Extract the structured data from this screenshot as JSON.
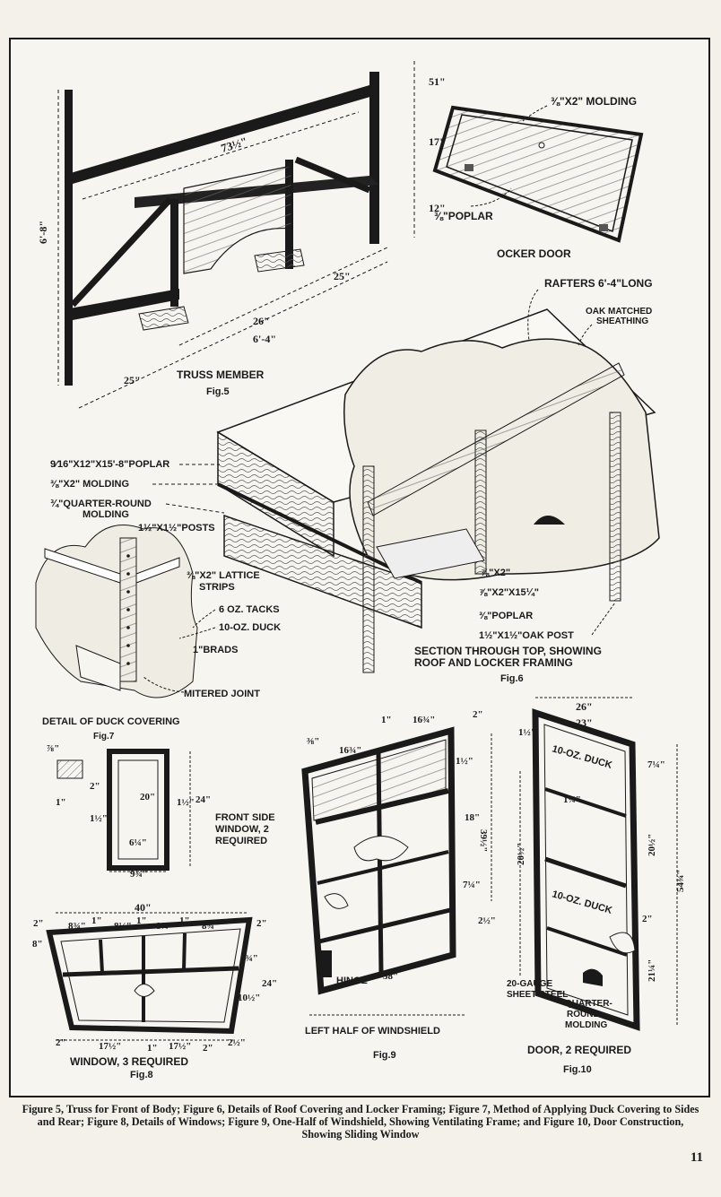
{
  "fig5": {
    "title": "TRUSS MEMBER",
    "fig": "Fig.5",
    "dims": {
      "width": "73½\"",
      "height": "6'-8\"",
      "top": "51\"",
      "mid": "17\"",
      "low": "12\"",
      "b25a": "25\"",
      "b26": "26\"",
      "b64": "6'-4\"",
      "b25b": "25\""
    }
  },
  "locker": {
    "molding": "⅜\"X2\" MOLDING",
    "poplar": "⅜\"POPLAR",
    "title": "OCKER DOOR"
  },
  "fig6": {
    "rafters": "RAFTERS 6'-4\"LONG",
    "oak1": "OAK MATCHED",
    "oak2": "SHEATHING",
    "l1": "9⁄16\"X12\"X15'-8\"POPLAR",
    "l2": "⅜\"X2\" MOLDING",
    "l3a": "¾\"QUARTER-ROUND",
    "l3b": "MOLDING",
    "r1": "⅞\"X2\"",
    "r2": "⅞\"X2\"X15¼\"",
    "r3": "⅜\"POPLAR",
    "r4": "1½\"X1½\"OAK POST",
    "t1": "SECTION THROUGH TOP, SHOWING",
    "t2": "ROOF AND LOCKER FRAMING",
    "fig": "Fig.6"
  },
  "fig7": {
    "posts": "1½\"X1½\"POSTS",
    "lattice1": "⅜\"X2\" LATTICE",
    "lattice2": "STRIPS",
    "tacks": "6 OZ. TACKS",
    "duck": "10-OZ. DUCK",
    "brads": "1\"BRADS",
    "mitered": "MITERED JOINT",
    "title": "DETAIL OF DUCK COVERING",
    "fig": "Fig.7"
  },
  "fig8": {
    "side1": "FRONT SIDE",
    "side2": "WINDOW, 2",
    "side3": "REQUIRED",
    "title": "WINDOW, 3 REQUIRED",
    "fig": "Fig.8",
    "dims": {
      "d78": "⅞\"",
      "d1": "1\"",
      "d2": "2\"",
      "d20": "20\"",
      "d24": "24\"",
      "d112a": "1½\"",
      "d112b": "1½\"",
      "d614": "6¼\"",
      "d934": "9¾\"",
      "w40": "40\"",
      "w2a": "2\"",
      "w834a": "8¾\"",
      "w1a": "1\"",
      "w814b": "8¼\"",
      "w1b": "1\"",
      "w814c": "8¼\"",
      "w1c": "1\"",
      "w834d": "8¾\"",
      "w2b": "2\"",
      "h8": "8\"",
      "h834": "8¾\"",
      "h1012": "10½\"",
      "h24": "24\"",
      "b2": "2\"",
      "b1712a": "17½\"",
      "b1": "1\"",
      "b1712b": "17½\"",
      "b2b": "2\"",
      "b212": "2½\""
    }
  },
  "fig9": {
    "hinge": "HINGE",
    "h38": "38\"",
    "title": "LEFT HALF OF WINDSHIELD",
    "fig": "Fig.9",
    "dims": {
      "d38": "⅜\"",
      "d1634a": "16¾\"",
      "d1": "1\"",
      "d1634b": "16¾\"",
      "d2": "2\"",
      "d112": "1½\"",
      "d18": "18\"",
      "d3912": "39½\"",
      "d714": "7¼\"",
      "d212": "2½\""
    }
  },
  "fig10": {
    "duck1": "10-OZ. DUCK",
    "duck2": "10-OZ. DUCK",
    "gauge1": "20-GAUGE",
    "gauge2": "SHEET STEEL",
    "qr1": "QUARTER-",
    "qr2": "ROUND",
    "qr3": "MOLDING",
    "title": "DOOR, 2 REQUIRED",
    "fig": "Fig.10",
    "dims": {
      "d26": "26\"",
      "d23": "23\"",
      "d112": "1½\"",
      "d714": "7¼\"",
      "d114": "1¼\"",
      "d2012a": "20½\"",
      "d2012b": "20½\"",
      "d5434": "54¾\"",
      "d2": "2\"",
      "d2114": "21¼\""
    }
  },
  "caption": "Figure 5, Truss for Front of Body; Figure 6, Details of Roof Covering and Locker Framing; Figure 7, Method of Applying Duck Covering to Sides and Rear; Figure 8, Details of Windows; Figure 9, One-Half of Windshield, Showing Ventilating Frame; and Figure 10, Door Construction, Showing Sliding Window",
  "page_number": "11"
}
